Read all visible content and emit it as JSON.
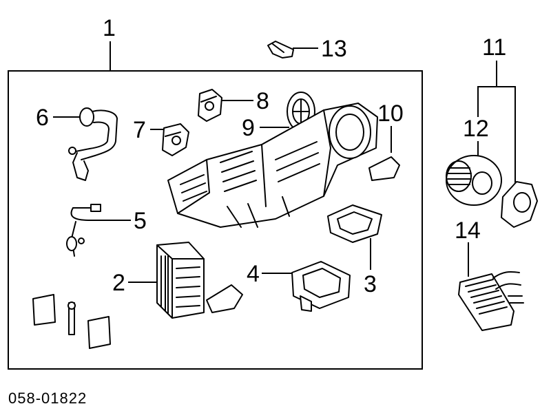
{
  "diagram": {
    "callouts": [
      {
        "id": "1",
        "text": "1"
      },
      {
        "id": "2",
        "text": "2"
      },
      {
        "id": "3",
        "text": "3"
      },
      {
        "id": "4",
        "text": "4"
      },
      {
        "id": "5",
        "text": "5"
      },
      {
        "id": "6",
        "text": "6"
      },
      {
        "id": "7",
        "text": "7"
      },
      {
        "id": "8",
        "text": "8"
      },
      {
        "id": "9",
        "text": "9"
      },
      {
        "id": "10",
        "text": "10"
      },
      {
        "id": "11",
        "text": "11"
      },
      {
        "id": "12",
        "text": "12"
      },
      {
        "id": "13",
        "text": "13"
      },
      {
        "id": "14",
        "text": "14"
      }
    ],
    "diagram_code": "058-01822"
  }
}
